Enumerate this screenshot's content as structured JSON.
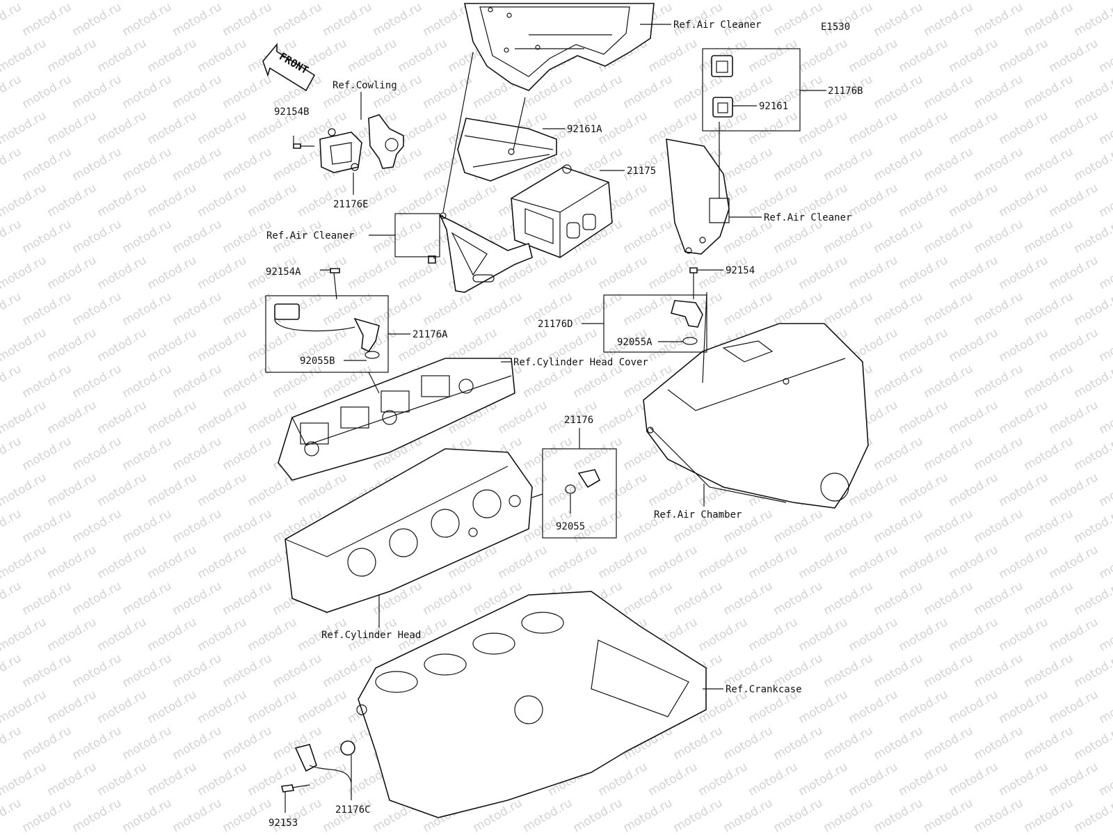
{
  "diagram": {
    "code": "E1530",
    "front_arrow": "FRONT",
    "watermark": "motod.ru",
    "labels": {
      "ref_air_cleaner_top": "Ref.Air Cleaner",
      "ref_cowling": "Ref.Cowling",
      "p92154B": "92154B",
      "p21176E": "21176E",
      "p92161A": "92161A",
      "p21175": "21175",
      "ref_air_cleaner_left": "Ref.Air Cleaner",
      "p92154A": "92154A",
      "p21176A": "21176A",
      "p92055B": "92055B",
      "ref_cylinder_head_cover": "Ref.Cylinder Head Cover",
      "p21176B": "21176B",
      "p92161": "92161",
      "ref_air_cleaner_right": "Ref.Air Cleaner",
      "p92154": "92154",
      "p21176D": "21176D",
      "p92055A": "92055A",
      "p21176": "21176",
      "p92055": "92055",
      "ref_air_chamber": "Ref.Air Chamber",
      "ref_cylinder_head": "Ref.Cylinder Head",
      "ref_crankcase": "Ref.Crankcase",
      "p92153": "92153",
      "p21176C": "21176C"
    }
  }
}
